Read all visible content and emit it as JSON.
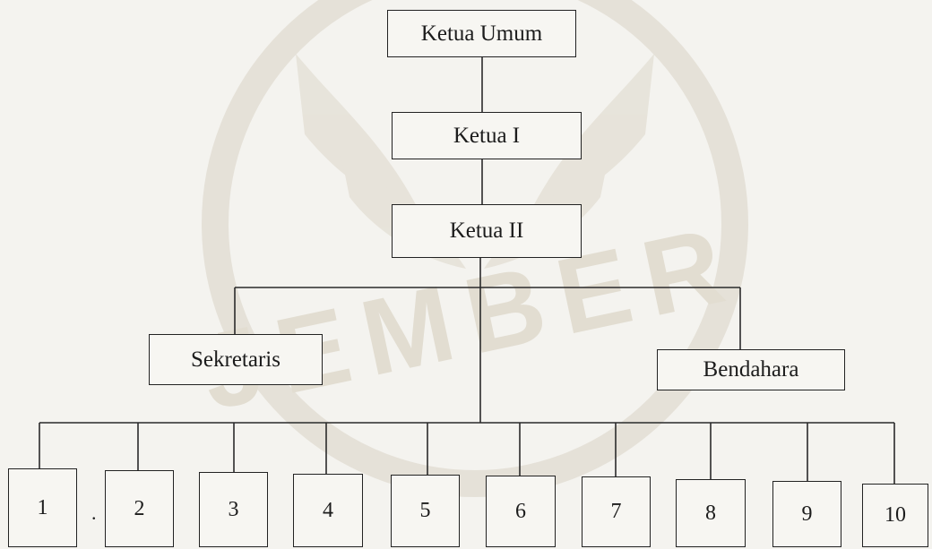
{
  "org_chart": {
    "ketua_umum": "Ketua Umum",
    "ketua_1": "Ketua I",
    "ketua_2": "Ketua II",
    "sekretaris": "Sekretaris",
    "bendahara": "Bendahara",
    "units": [
      "1",
      "2",
      "3",
      "4",
      "5",
      "6",
      "7",
      "8",
      "9",
      "10"
    ]
  },
  "watermark": {
    "text": "JEMBER",
    "color": "#d9d4c8"
  }
}
